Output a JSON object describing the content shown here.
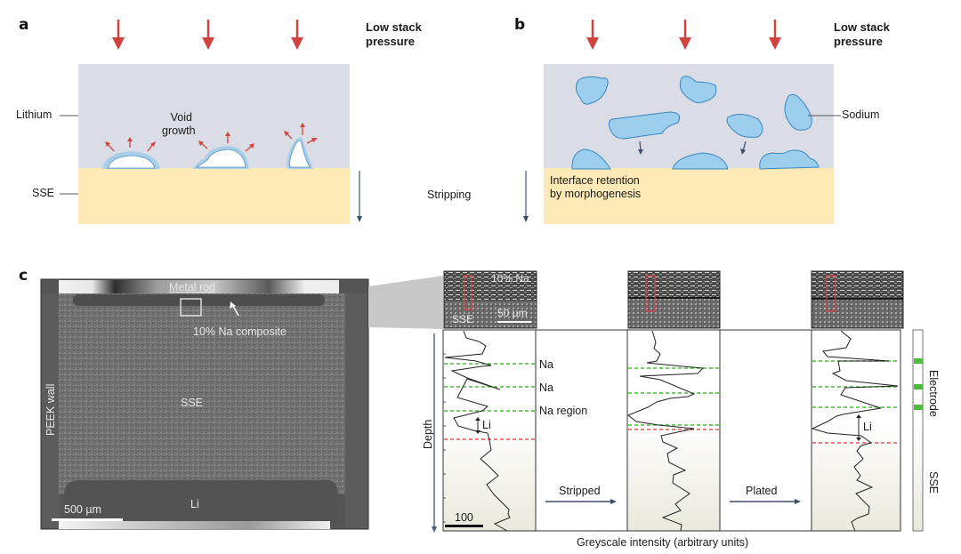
{
  "panel_a": {
    "letter": "a",
    "pressure_label_line1": "Low stack",
    "pressure_label_line2": "pressure",
    "lithium_label": "Lithium",
    "sse_label": "SSE",
    "void_label_line1": "Void",
    "void_label_line2": "growth",
    "stripping_label": "Stripping"
  },
  "panel_b": {
    "letter": "b",
    "pressure_label_line1": "Low stack",
    "pressure_label_line2": "pressure",
    "sodium_label": "Sodium",
    "interface_label_line1": "Interface retention",
    "interface_label_line2": "by morphogenesis"
  },
  "panel_c": {
    "letter": "c",
    "sem": {
      "metal_rod_label": "Metal rod",
      "composite_label": "10% Na composite",
      "sse_label": "SSE",
      "peek_label": "PEEK wall",
      "li_label": "Li",
      "scale_bar_label": "500 µm"
    },
    "inset": {
      "na_label": "10% Na",
      "sse_label": "SSE",
      "scale_bar_label": "50 µm"
    },
    "depth_label": "Depth",
    "profile_scale_label": "100",
    "profile_labels": {
      "na1": "Na",
      "na2": "Na",
      "na_region": "Na region",
      "li": "Li"
    },
    "step_labels": {
      "stripped": "Stripped",
      "plated": "Plated"
    },
    "x_axis_label": "Greyscale intensity (arbitrary units)",
    "side_bar": {
      "electrode_label": "Electrode",
      "sse_label": "SSE"
    }
  },
  "colors": {
    "pressure_arrow": "#d0443f",
    "lithium_bg": "#dadde5",
    "sse_bg": "#fdeab7",
    "sodium_fill": "#9ccfee",
    "sodium_stroke": "#3a86c0",
    "void_halo": "#a9cfe8",
    "dark_arrow": "#3e4f6e",
    "na_dash": "#4cbb3c",
    "li_dash": "#e05a5a"
  }
}
